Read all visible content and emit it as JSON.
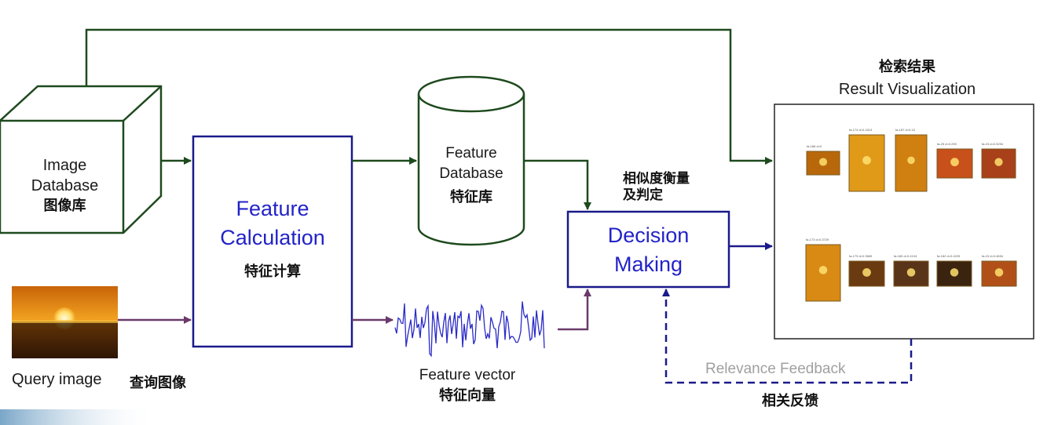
{
  "image_database": {
    "line1": "Image",
    "line2": "Database",
    "zh": "图像库"
  },
  "feature_calculation": {
    "line1": "Feature",
    "line2": "Calculation",
    "zh": "特征计算"
  },
  "feature_database": {
    "line1": "Feature",
    "line2": "Database",
    "zh": "特征库"
  },
  "similarity": {
    "line1": "相似度衡量",
    "line2": "及判定"
  },
  "decision_making": {
    "line1": "Decision",
    "line2": "Making"
  },
  "result": {
    "zh": "检索结果",
    "en": "Result Visualization"
  },
  "query": {
    "en": "Query image",
    "zh": "查询图像"
  },
  "feature_vector": {
    "en": "Feature vector",
    "zh": "特征向量"
  },
  "relevance_feedback": {
    "en": "Relevance Feedback",
    "zh": "相关反馈"
  },
  "colors": {
    "dark_green": "#1e4a1e",
    "purple": "#6a3a6a",
    "navy": "#1a1a8a",
    "blue_text": "#2323c8"
  },
  "thumbnail_labels": [
    "fa-186 d=0",
    "fa-174 d=0.1513",
    "fa-187 d=0.15",
    "fa-25 d=0.290",
    "fa-15 d=0.3294",
    "fa-173 d=0.3729",
    "fa-179 d=0.3669",
    "fa-180 d=0.4134",
    "fa-182 d=0.4225",
    "fa-15 d=0.4694"
  ]
}
